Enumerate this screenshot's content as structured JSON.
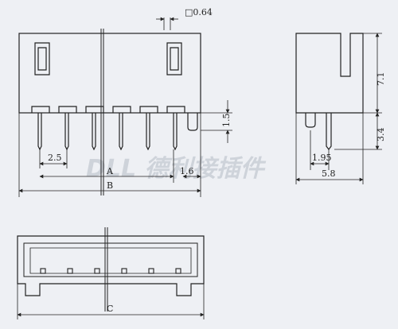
{
  "drawing": {
    "pin_size_label": "□0.64",
    "dimensions": {
      "pitch": "2.5",
      "a": "A",
      "b": "B",
      "c": "C",
      "offset": "1.6",
      "pin_above_housing": "1.5",
      "depth": "5.8",
      "pin_spacing_side": "1.95",
      "height": "7.1",
      "pin_length": "3.4"
    },
    "watermark": "DLL 德利接插件",
    "pin_count": 6
  }
}
